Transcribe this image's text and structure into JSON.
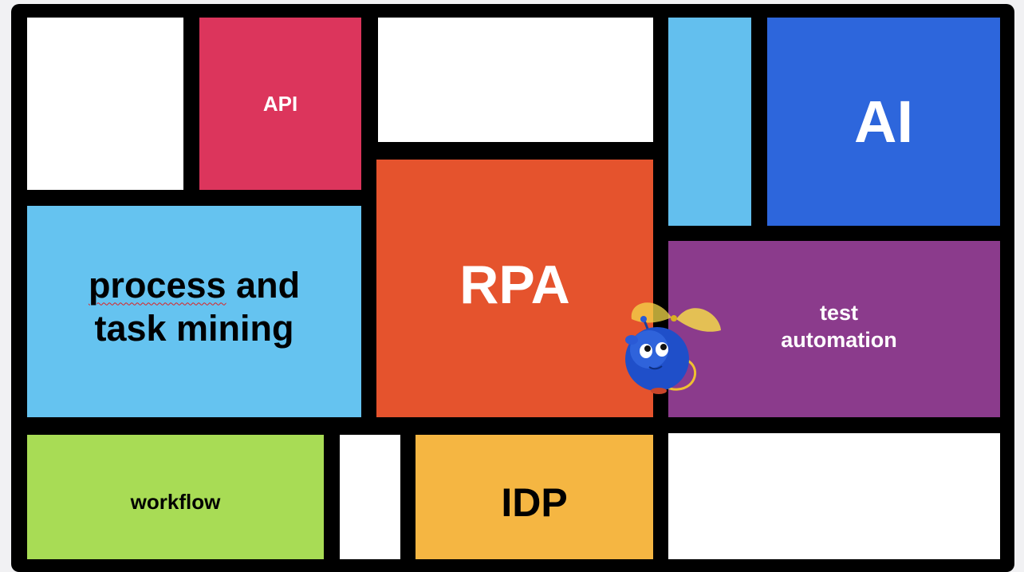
{
  "tiles": {
    "api": {
      "label": "API",
      "color": "#dc355c"
    },
    "ai": {
      "label": "AI",
      "color": "#2d66dc"
    },
    "process": {
      "word1": "process",
      "rest": " and",
      "line2": "task mining",
      "color": "#65c3f0"
    },
    "rpa": {
      "label": "RPA",
      "color": "#e5532d"
    },
    "test": {
      "line1": "test",
      "line2": "automation",
      "color": "#8b3b8c"
    },
    "workflow": {
      "label": "workflow",
      "color": "#a8dc55"
    },
    "idp": {
      "label": "IDP",
      "color": "#f5b642"
    },
    "light_block_color": "#63bfee",
    "blank_color": "#ffffff"
  },
  "mascot": {
    "icon": "blue-robot-mascot-icon"
  }
}
